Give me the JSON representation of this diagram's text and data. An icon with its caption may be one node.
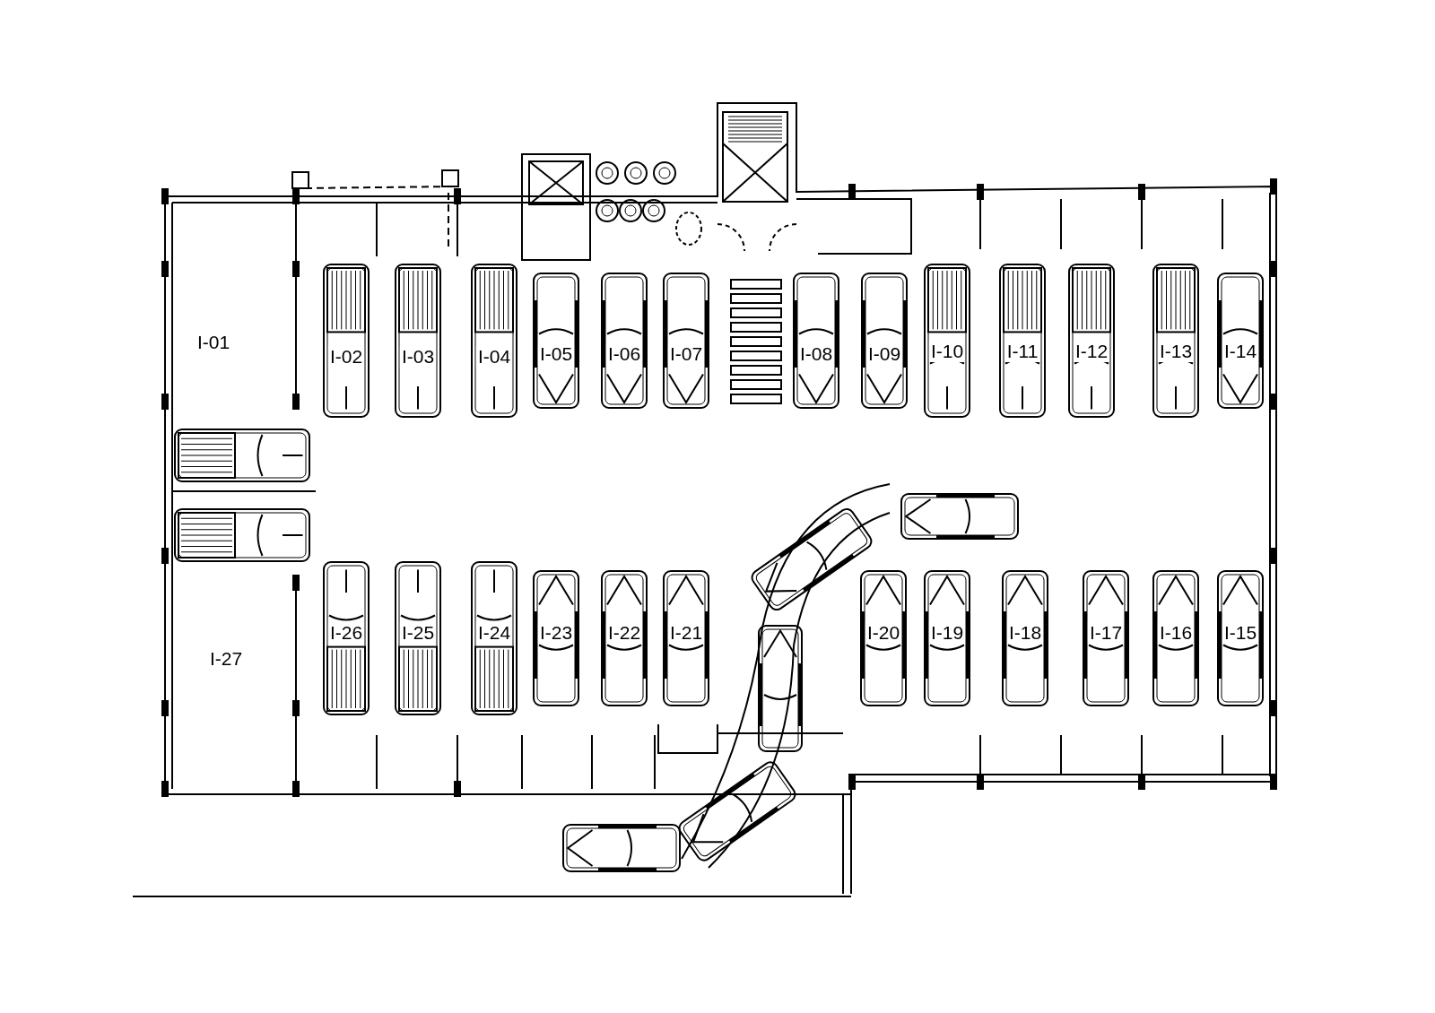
{
  "diagram": {
    "labels": [
      "I-01",
      "I-02",
      "I-03",
      "I-04",
      "I-05",
      "I-06",
      "I-07",
      "I-08",
      "I-09",
      "I-10",
      "I-11",
      "I-12",
      "I-13",
      "I-14",
      "I-26",
      "I-25",
      "I-24",
      "I-23",
      "I-22",
      "I-21",
      "I-20",
      "I-19",
      "I-18",
      "I-17",
      "I-16",
      "I-15",
      "I-27"
    ]
  }
}
